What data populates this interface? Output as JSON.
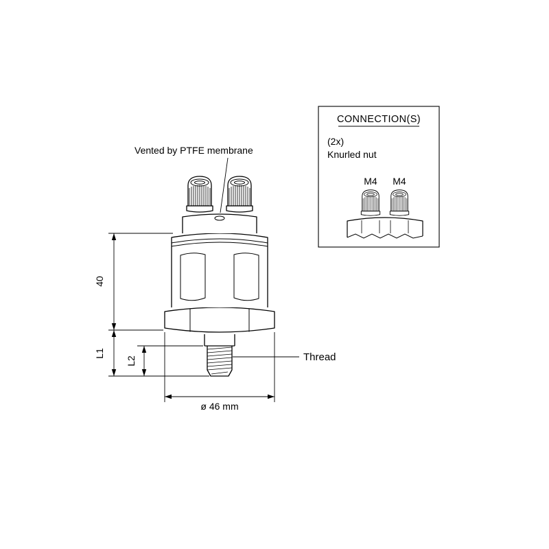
{
  "colors": {
    "line": "#000000",
    "background": "#ffffff"
  },
  "labels": {
    "vent": "Vented by PTFE membrane",
    "thread": "Thread",
    "diameter": "ø 46 mm"
  },
  "dimensions": {
    "height": "40",
    "l1": "L1",
    "l2": "L2"
  },
  "connections": {
    "title": "CONNECTION(S)",
    "quantity": "(2x)",
    "type": "Knurled nut",
    "terminals": [
      "M4",
      "M4"
    ]
  }
}
